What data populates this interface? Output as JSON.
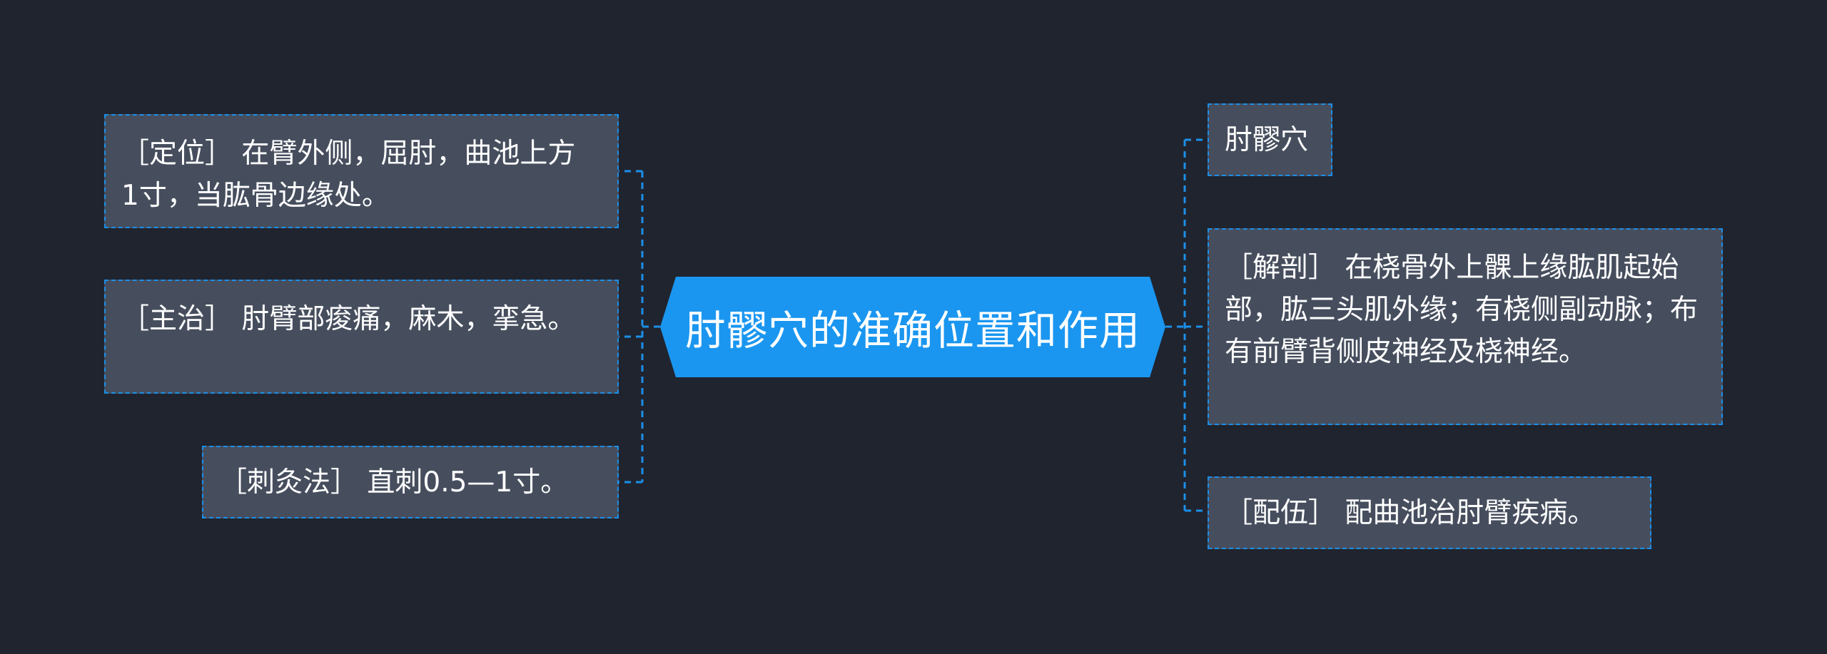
{
  "root": {
    "label": "肘髎穴的准确位置和作用"
  },
  "left_nodes": [
    {
      "text": "［定位］ 在臂外侧，屈肘，曲池上方 1寸，当肱骨边缘处。"
    },
    {
      "text": "［主治］ 肘臂部痠痛，麻木，挛急。"
    },
    {
      "text": "［刺灸法］ 直刺0.5—1寸。"
    }
  ],
  "right_nodes": [
    {
      "text": "肘髎穴"
    },
    {
      "text": "［解剖］ 在桡骨外上髁上缘肱肌起始部，肱三头肌外缘；有桡侧副动脉；布有前臂背侧皮神经及桡神经。"
    },
    {
      "text": "［配伍］ 配曲池治肘臂疾病。"
    }
  ],
  "colors": {
    "background": "#20242f",
    "node_fill": "#464e5e",
    "accent": "#1b8fe8",
    "center_fill": "#1a96f0",
    "text": "#ffffff"
  }
}
